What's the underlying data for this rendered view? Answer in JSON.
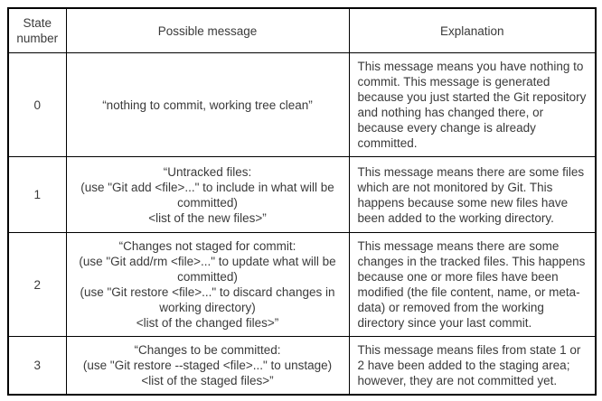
{
  "table": {
    "headers": [
      "State number",
      "Possible message",
      "Explanation"
    ],
    "rows": [
      {
        "state": "0",
        "message": "“nothing to commit, working tree clean”",
        "explanation": "This message means you have nothing to commit. This message is generated because you just started the Git repository and nothing has changed there, or because every change is already committed."
      },
      {
        "state": "1",
        "message": "“Untracked files:\n(use \"Git add <file>...\" to include in what will be committed)\n<list of the new files>”",
        "explanation": "This message means there are some files which are not monitored by  Git. This happens because some new files have been added to the working directory."
      },
      {
        "state": "2",
        "message": "“Changes not staged for commit:\n(use \"Git add/rm <file>...\" to update what will be committed)\n(use \"Git restore <file>...\" to discard changes in working directory)\n<list of the changed files>”",
        "explanation": "This message means there are some changes in the tracked files. This happens because one or more files have been modified (the file content, name, or meta-data) or removed from the working directory since your last commit."
      },
      {
        "state": "3",
        "message": "“Changes to be committed:\n(use \"Git restore --staged <file>...\" to unstage)\n<list of the staged files>”",
        "explanation": "This message means files from state 1 or 2 have been added to the staging area; however, they are not committed yet."
      }
    ],
    "colors": {
      "border": "#000000",
      "text": "#3a3a3a",
      "background": "#ffffff"
    }
  }
}
